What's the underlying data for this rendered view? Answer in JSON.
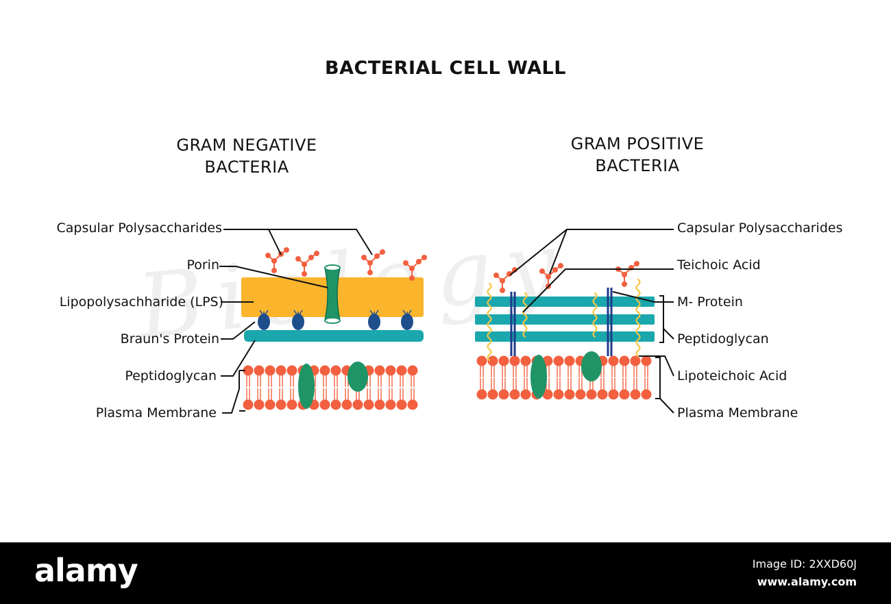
{
  "title": "BACTERIAL CELL WALL",
  "gram_negative": {
    "title_line1": "GRAM NEGATIVE",
    "title_line2": "BACTERIA",
    "labels": {
      "capsular": "Capsular Polysaccharides",
      "porin": "Porin",
      "lps": "Lipopolysachharide (LPS)",
      "braun": "Braun's Protein",
      "peptidoglycan": "Peptidoglycan",
      "membrane": "Plasma Membrane"
    }
  },
  "gram_positive": {
    "title_line1": "GRAM POSITIVE",
    "title_line2": "BACTERIA",
    "labels": {
      "capsular": "Capsular Polysaccharides",
      "teichoic": "Teichoic Acid",
      "mprotein": "M- Protein",
      "peptidoglycan": "Peptidoglycan",
      "lipoteichoic": "Lipoteichoic Acid",
      "membrane": "Plasma Membrane"
    }
  },
  "colors": {
    "lps": "#fbb52d",
    "peptidoglycan": "#1aa7ad",
    "lipid_head": "#f2603f",
    "protein": "#1f9467",
    "braun": "#1f4e8c",
    "sugar": "#f2603f",
    "teichoic": "#1e3a8a",
    "lipoteichoic": "#f5c542"
  },
  "footer": {
    "brand": "alamy",
    "image_id": "Image ID: 2XXD60J",
    "site": "www.alamy.com"
  }
}
